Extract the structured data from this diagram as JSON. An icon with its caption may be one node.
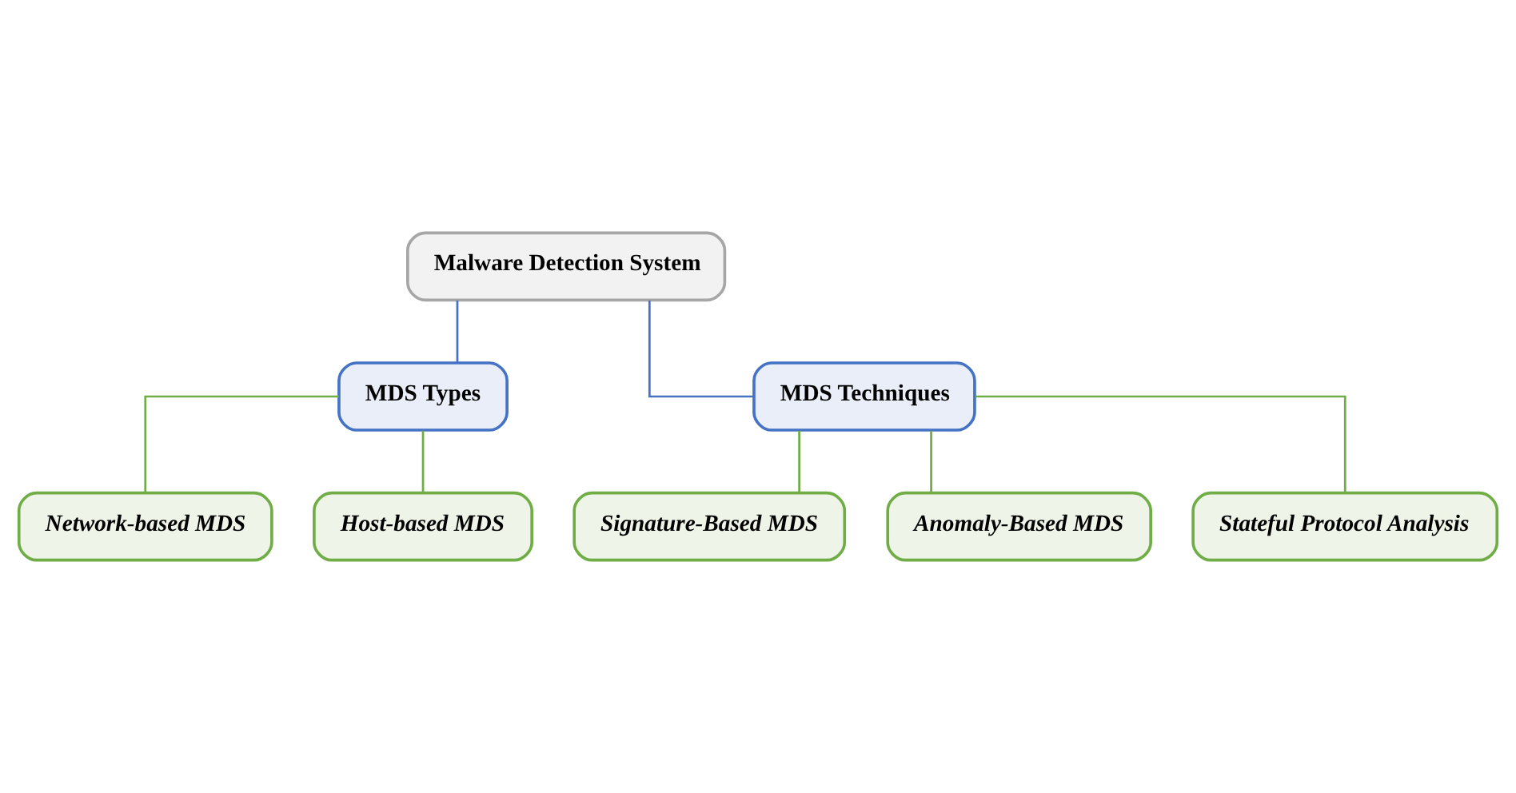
{
  "diagram": {
    "nodes": [
      {
        "text": [
          "Malware Detection System"
        ]
      },
      {
        "text": [
          "MDS Types"
        ]
      },
      {
        "text": [
          "MDS Techniques"
        ]
      },
      {
        "text": [
          "Network-based MDS"
        ]
      },
      {
        "text": [
          "Host-based MDS"
        ]
      },
      {
        "text": [
          "Signature-Based MDS"
        ]
      },
      {
        "text": [
          "Anomaly-Based MDS"
        ]
      },
      {
        "text": [
          "Stateful Protocol Analysis"
        ]
      }
    ],
    "edges": [
      {
        "from": 0,
        "to": 1,
        "arrow": "none",
        "color": "#4472c4"
      },
      {
        "from": 0,
        "to": 2,
        "arrow": "none",
        "color": "#4472c4"
      },
      {
        "from": 1,
        "to": 3,
        "arrow": "none"
      },
      {
        "from": 1,
        "to": 4,
        "arrow": "none"
      },
      {
        "from": 2,
        "to": 5,
        "arrow": "none"
      },
      {
        "from": 2,
        "to": 6,
        "arrow": "none"
      },
      {
        "from": 2,
        "to": 7,
        "arrow": "none"
      }
    ]
  }
}
